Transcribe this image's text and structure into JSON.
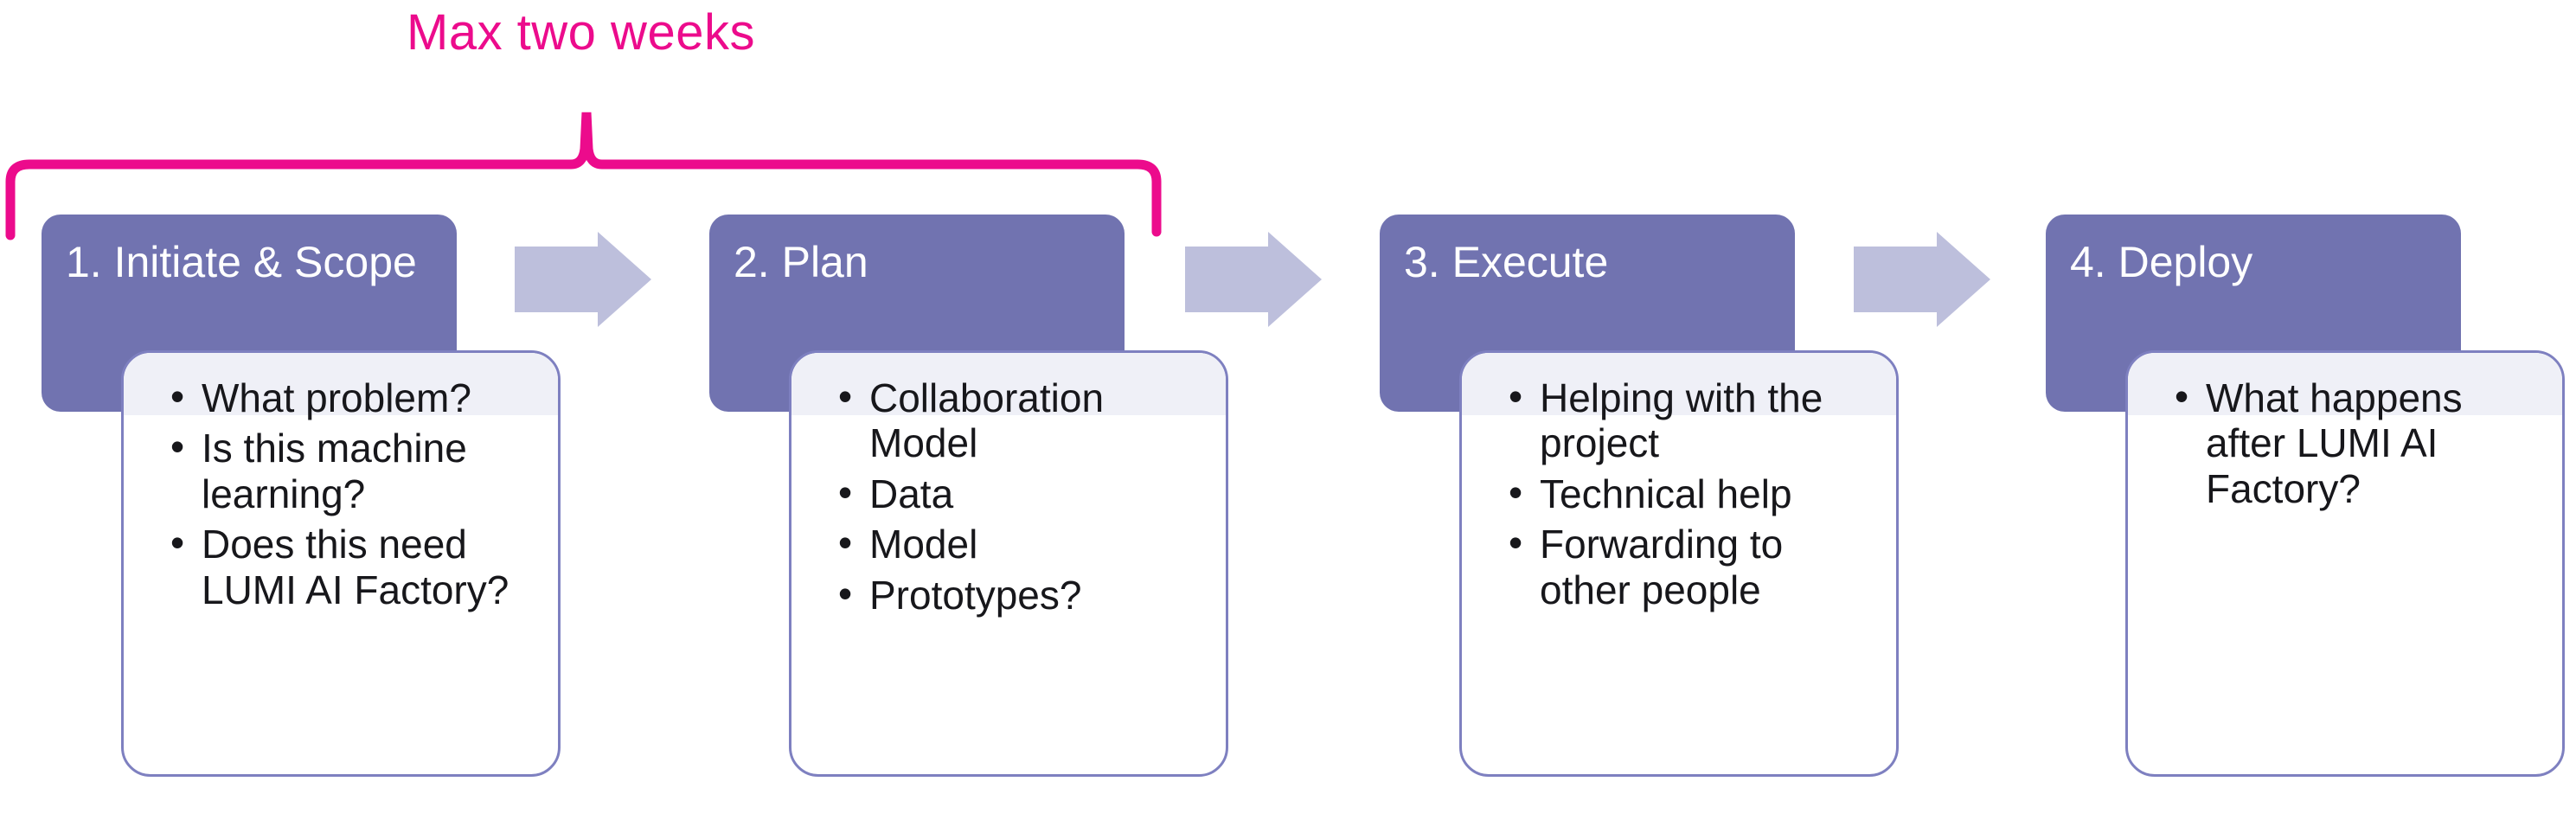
{
  "diagram": {
    "title_annotation": "Max two weeks",
    "annotation_color": "#EC0B8C",
    "header_color": "#7173B0",
    "card_border_color": "#7E80C0",
    "card_tint_color": "#EFF0F7",
    "arrow_color": "#BDBFDC",
    "bullet_text_color": "#17171B",
    "brace_label_icon": "brace-bracket-icon",
    "stages": [
      {
        "title": "1. Initiate & Scope",
        "bullets": [
          "What problem?",
          "Is this machine learning?",
          "Does this need LUMI AI Factory?"
        ]
      },
      {
        "title": "2. Plan",
        "bullets": [
          "Collaboration Model",
          "Data",
          "Model",
          "Prototypes?"
        ]
      },
      {
        "title": "3. Execute",
        "bullets": [
          "Helping with the project",
          "Technical help",
          "Forwarding to other people"
        ]
      },
      {
        "title": "4. Deploy",
        "bullets": [
          "What happens after LUMI AI Factory?"
        ]
      }
    ],
    "connectors": [
      {
        "name": "arrow-stage-1-to-2"
      },
      {
        "name": "arrow-stage-2-to-3"
      },
      {
        "name": "arrow-stage-3-to-4"
      }
    ]
  }
}
